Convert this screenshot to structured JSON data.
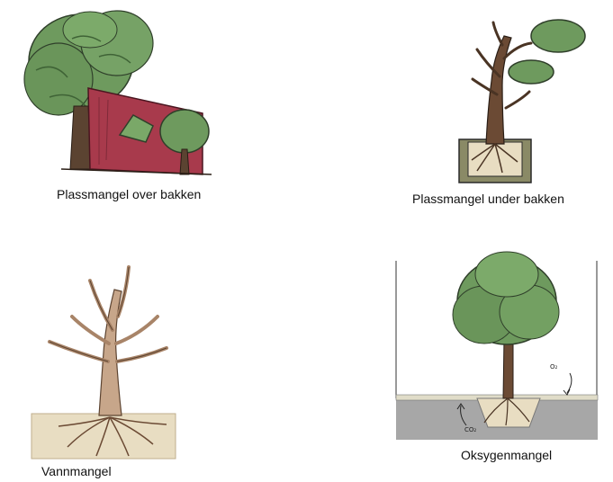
{
  "panels": [
    {
      "id": "over-ground",
      "caption": "Plassmangel over bakken"
    },
    {
      "id": "under-ground",
      "caption": "Plassmangel under bakken"
    },
    {
      "id": "water",
      "caption": "Vannmangel"
    },
    {
      "id": "oxygen",
      "caption": "Oksygenmangel",
      "labels": {
        "o2": "O₂",
        "co2": "CO₂"
      }
    }
  ],
  "colors": {
    "foliage": "#6e9a5e",
    "foliage_dark": "#3f6336",
    "trunk": "#6b4a34",
    "wall": "#a83a4c",
    "soil": "#e8ddc2",
    "pavement": "#a7a7a7",
    "dry_tree": "#c7a68a"
  }
}
